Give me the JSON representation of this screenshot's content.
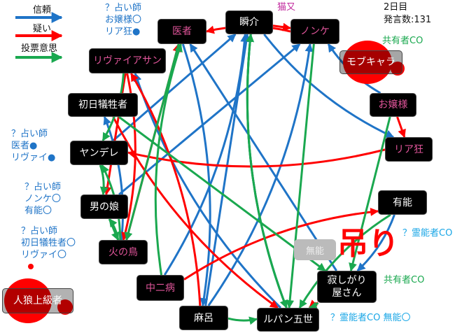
{
  "legend": {
    "trust": {
      "label": "信頼",
      "color": "#1f74c7"
    },
    "doubt": {
      "label": "疑い",
      "color": "#ff0000"
    },
    "vote": {
      "label": "投票意思",
      "color": "#1aa84f"
    }
  },
  "status": {
    "day": "2日目",
    "remarks": "発言数:131"
  },
  "hanged_mark": "吊り",
  "nodes": {
    "isha": "医者",
    "shunsuke": "瞬介",
    "nonke": "ノンケ",
    "leviathan": "リヴァイアサン",
    "mob": "モブキャラ",
    "shonichi": "初日犠牲者",
    "ojousama": "お嬢様",
    "yandere": "ヤンデレ",
    "riakyo": "リア狂",
    "otokonoko": "男の娘",
    "yuno": "有能",
    "hinotori": "火の鳥",
    "chuni": "中二病",
    "sabishi": "寂しがり屋さん",
    "maro": "麻呂",
    "lupin": "ルパン五世",
    "jinro": "人狼上級者",
    "muno": "無能"
  },
  "notes": {
    "seer1": [
      "？占い師",
      "お嬢様〇",
      "リア狂●"
    ],
    "seer2": [
      "？占い師",
      "医者●",
      "リヴァイ●"
    ],
    "seer3": [
      "？占い師",
      "ノンケ〇",
      "有能〇"
    ],
    "seer4": [
      "？占い師",
      "初日犠牲者〇",
      "リヴァイ〇"
    ],
    "nekomata": "猫又",
    "shared_mob": "共有者CO",
    "medium_yuno": "？霊能者CO",
    "shared_sabishi": "共有者CO",
    "medium_lupin": "？霊能者CO 無能〇"
  },
  "edges": [
    {
      "from": "yuno",
      "to": "sabishi",
      "type": "trust"
    },
    {
      "from": "maro",
      "to": "shunsuke",
      "type": "trust"
    },
    {
      "from": "maro",
      "to": "nonke",
      "type": "trust"
    },
    {
      "from": "lupin",
      "to": "shunsuke",
      "type": "trust"
    },
    {
      "from": "sabishi",
      "to": "isha",
      "type": "trust"
    },
    {
      "from": "shunsuke",
      "to": "riakyo",
      "type": "trust"
    },
    {
      "from": "ojousama",
      "to": "nonke",
      "type": "trust"
    },
    {
      "from": "otokonoko",
      "to": "nonke",
      "type": "trust"
    },
    {
      "from": "hinotori",
      "to": "shonichi",
      "type": "trust"
    },
    {
      "from": "isha",
      "to": "maro",
      "type": "trust"
    },
    {
      "from": "yandere",
      "to": "shunsuke",
      "type": "trust"
    },
    {
      "from": "chuni",
      "to": "shunsuke",
      "type": "trust"
    },
    {
      "from": "lupin",
      "to": "leviathan",
      "type": "trust"
    },
    {
      "from": "shunsuke",
      "to": "nonke",
      "type": "doubt"
    },
    {
      "from": "nonke",
      "to": "isha",
      "type": "doubt"
    },
    {
      "from": "riakyo",
      "to": "yandere",
      "type": "doubt"
    },
    {
      "from": "ojousama",
      "to": "riakyo",
      "type": "doubt"
    },
    {
      "from": "shonichi",
      "to": "lupin",
      "type": "doubt"
    },
    {
      "from": "leviathan",
      "to": "hinotori",
      "type": "doubt"
    },
    {
      "from": "leviathan",
      "to": "otokonoko",
      "type": "doubt"
    },
    {
      "from": "sabishi",
      "to": "lupin",
      "type": "doubt"
    },
    {
      "from": "chuni",
      "to": "yuno",
      "type": "doubt"
    },
    {
      "from": "hinotori",
      "to": "isha",
      "type": "doubt"
    },
    {
      "from": "maro",
      "to": "leviathan",
      "type": "doubt"
    },
    {
      "from": "yandere",
      "to": "otokonoko",
      "type": "vote"
    },
    {
      "from": "otokonoko",
      "to": "hinotori",
      "type": "vote"
    },
    {
      "from": "hinotori",
      "to": "otokonoko",
      "type": "vote"
    },
    {
      "from": "leviathan",
      "to": "yandere",
      "type": "vote"
    },
    {
      "from": "isha",
      "to": "hinotori",
      "type": "vote"
    },
    {
      "from": "yuno",
      "to": "lupin",
      "type": "vote"
    },
    {
      "from": "sabishi",
      "to": "lupin",
      "type": "vote"
    },
    {
      "from": "nonke",
      "to": "lupin",
      "type": "vote"
    },
    {
      "from": "shunsuke",
      "to": "lupin",
      "type": "vote"
    },
    {
      "from": "lupin",
      "to": "shunsuke",
      "type": "vote"
    },
    {
      "from": "ojousama",
      "to": "sabishi",
      "type": "vote"
    },
    {
      "from": "maro",
      "to": "lupin",
      "type": "vote"
    },
    {
      "from": "chuni",
      "to": "isha",
      "type": "vote"
    },
    {
      "from": "shonichi",
      "to": "sabishi",
      "type": "vote"
    },
    {
      "from": "hinotori",
      "to": "yandere",
      "type": "vote"
    }
  ]
}
